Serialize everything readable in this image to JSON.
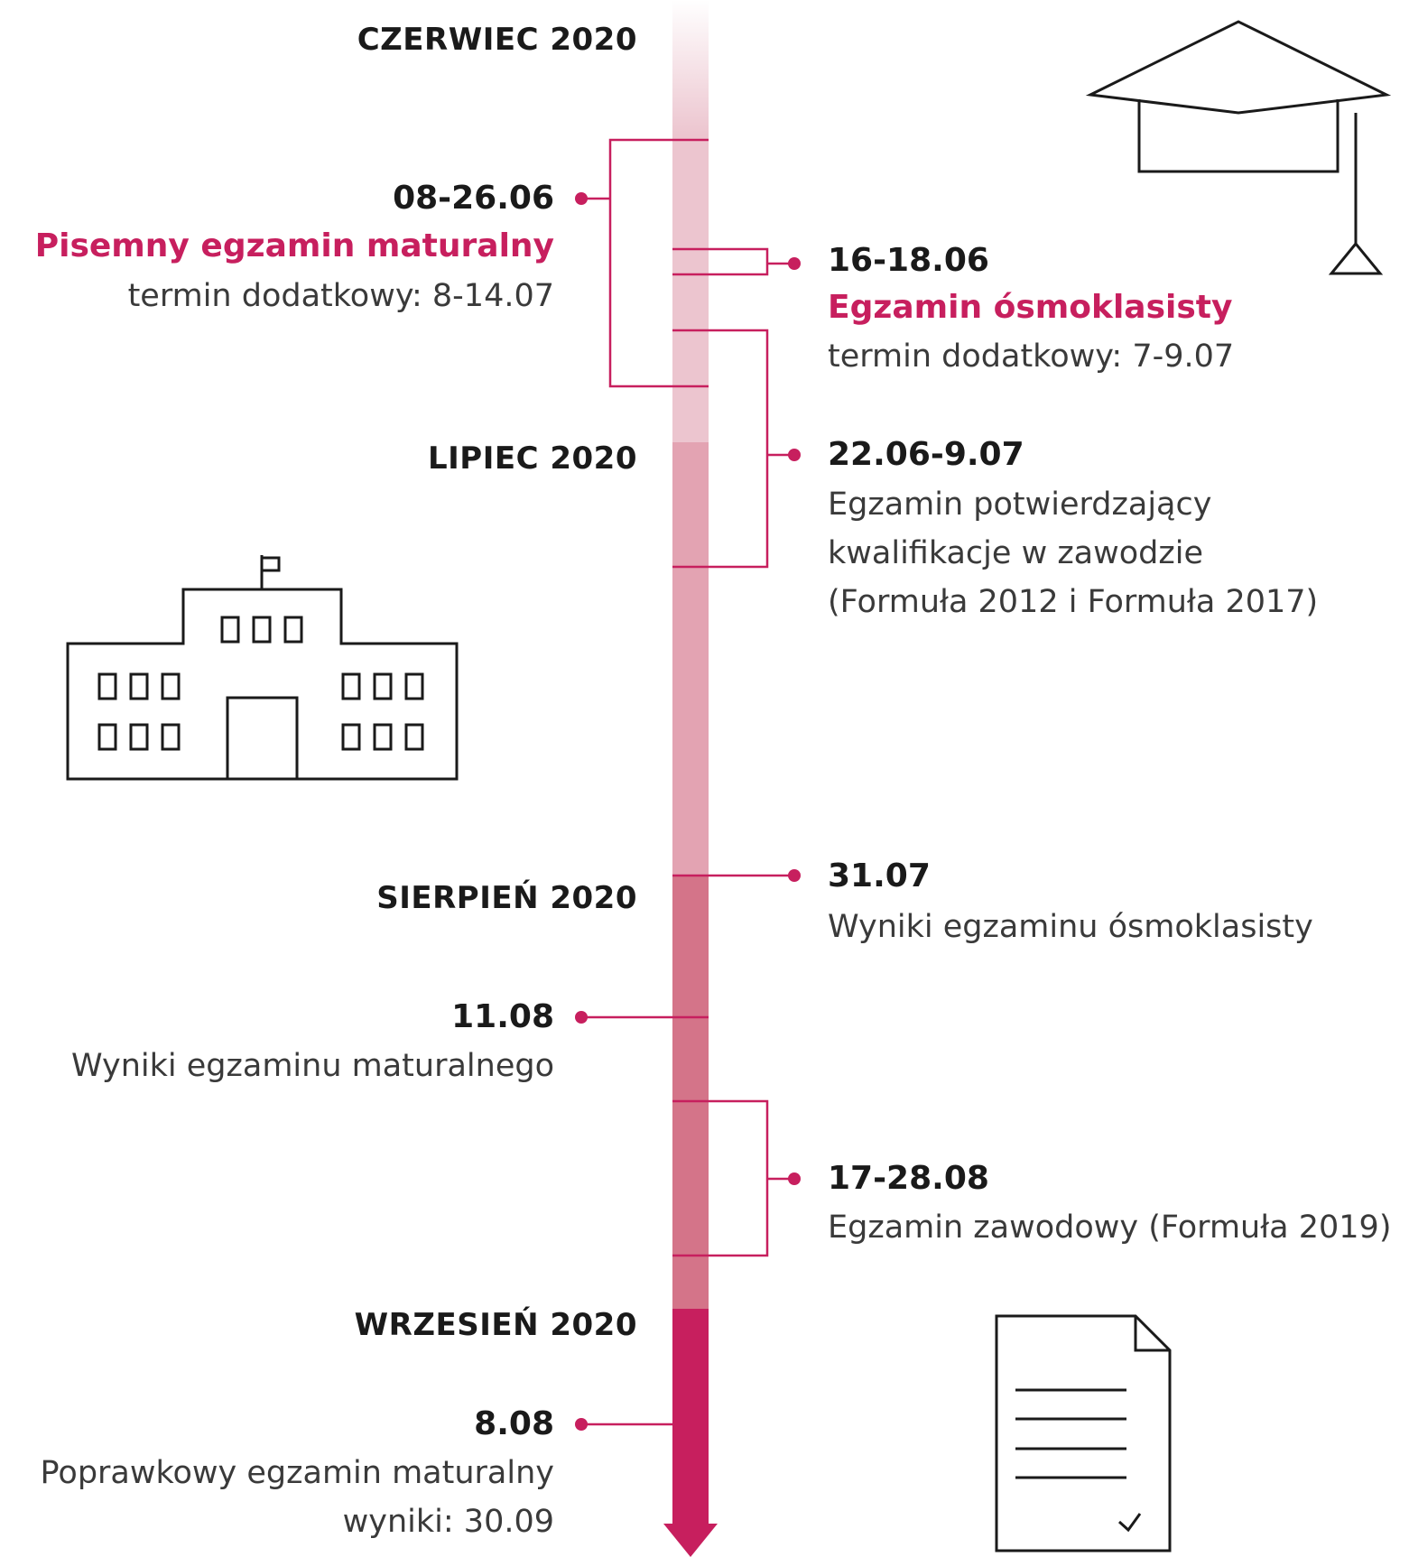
{
  "colors": {
    "accent": "#c71f5e",
    "segment_june": "#ecc5cf",
    "segment_july": "#e3a3b2",
    "segment_august": "#d47489",
    "segment_september": "#c71f5e",
    "icon_stroke": "#1a1a1a"
  },
  "months": {
    "june": "CZERWIEC 2020",
    "july": "LIPIEC 2020",
    "august": "SIERPIEŃ 2020",
    "september": "WRZESIEŃ 2020"
  },
  "events": {
    "matura": {
      "date": "08-26.06",
      "title": "Pisemny egzamin maturalny",
      "note": "termin dodatkowy: 8-14.07"
    },
    "osmoklasisty": {
      "date": "16-18.06",
      "title": "Egzamin ósmoklasisty",
      "note": "termin dodatkowy: 7-9.07"
    },
    "kwalifikacje": {
      "date": "22.06-9.07",
      "lines": [
        "Egzamin potwierdzający",
        "kwalifikacje w zawodzie",
        "(Formuła 2012 i Formuła 2017)"
      ]
    },
    "wyniki_osmoklasisty": {
      "date": "31.07",
      "desc": "Wyniki egzaminu ósmoklasisty"
    },
    "wyniki_matury": {
      "date": "11.08",
      "desc": "Wyniki egzaminu maturalnego"
    },
    "zawodowy": {
      "date": "17-28.08",
      "desc": "Egzamin zawodowy (Formuła 2019)"
    },
    "poprawkowy": {
      "date": "8.08",
      "desc": "Poprawkowy egzamin maturalny",
      "note": "wyniki: 30.09"
    }
  },
  "icons": {
    "graduation_cap": "graduation-cap-icon",
    "school": "school-building-icon",
    "document": "document-check-icon"
  }
}
